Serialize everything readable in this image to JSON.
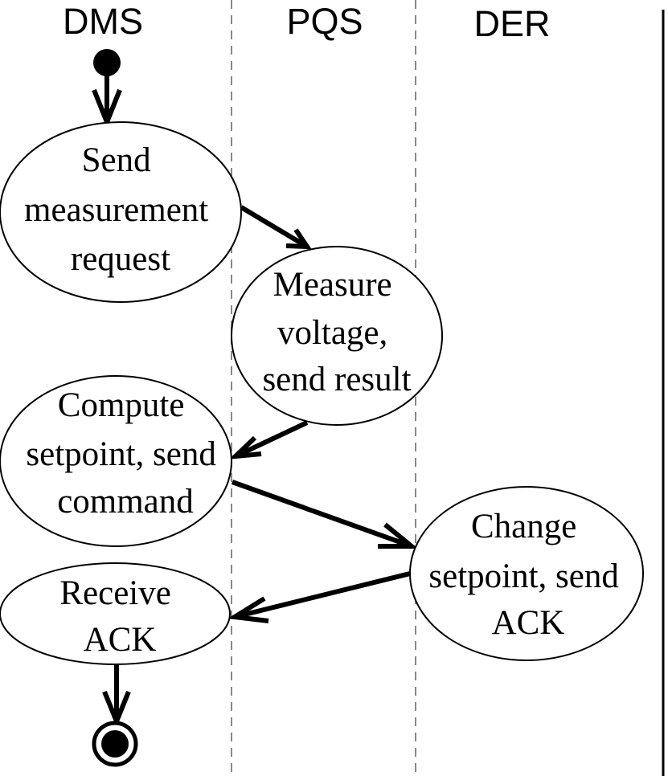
{
  "lanes": [
    "DMS",
    "PQS",
    "DER"
  ],
  "nodes": {
    "send_request": [
      "Send",
      "measurement",
      "request"
    ],
    "measure_voltage": [
      "Measure",
      "voltage,",
      "send result"
    ],
    "compute_setpoint": [
      "Compute",
      "setpoint, send",
      "command"
    ],
    "change_setpoint": [
      "Change",
      "setpoint, send",
      "ACK"
    ],
    "receive_ack": [
      "Receive",
      "ACK"
    ]
  },
  "flows": [
    [
      "initial",
      "send_request"
    ],
    [
      "send_request",
      "measure_voltage"
    ],
    [
      "measure_voltage",
      "compute_setpoint"
    ],
    [
      "compute_setpoint",
      "change_setpoint"
    ],
    [
      "change_setpoint",
      "receive_ack"
    ],
    [
      "receive_ack",
      "final"
    ]
  ]
}
